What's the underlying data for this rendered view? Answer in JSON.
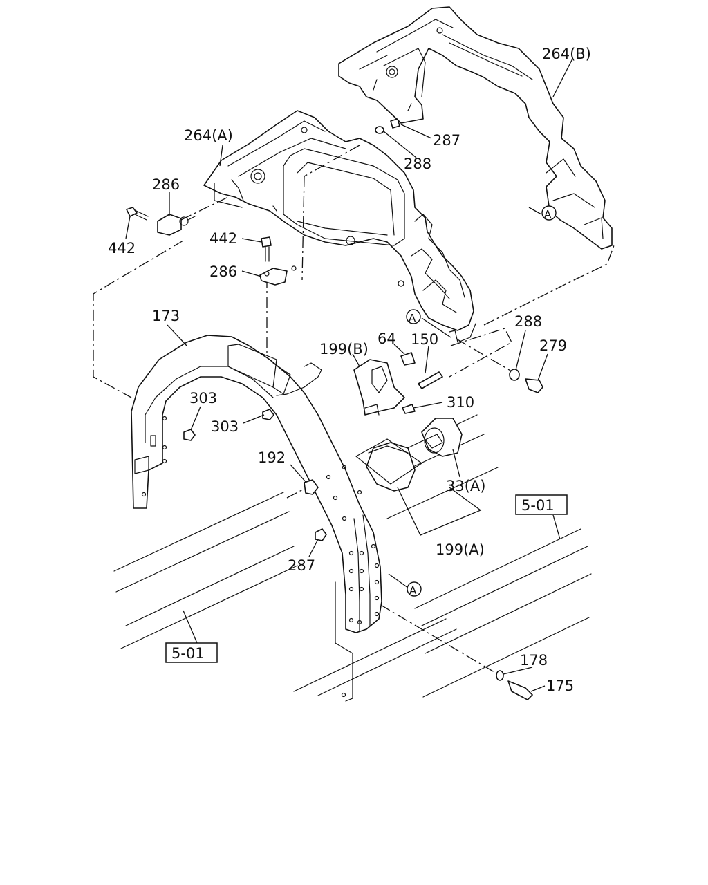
{
  "labels": {
    "l264b": "264(B)",
    "l264a": "264(A)",
    "l287_top": "287",
    "l288_top": "288",
    "l286_top": "286",
    "l442_left": "442",
    "l442_mid": "442",
    "l286_mid": "286",
    "l173": "173",
    "l199b": "199(B)",
    "l64": "64",
    "l150": "150",
    "l288_right": "288",
    "l279": "279",
    "l303_a": "303",
    "l303_b": "303",
    "l310": "310",
    "l192": "192",
    "l33a": "33(A)",
    "l199a": "199(A)",
    "l287_low": "287",
    "l178": "178",
    "l175": "175"
  },
  "refs": {
    "ref_right": "5-01",
    "ref_left": "5-01"
  },
  "markers": {
    "a_top": "A",
    "a_mid": "A",
    "a_low": "A"
  }
}
